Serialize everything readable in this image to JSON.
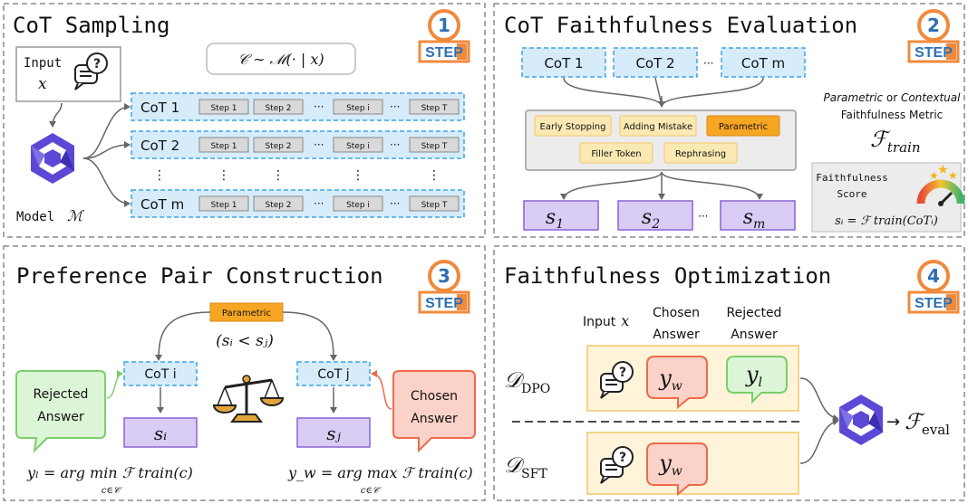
{
  "colors": {
    "blue_fill": "#d6ecfa",
    "blue_stroke": "#3fa3e6",
    "purple_fill": "#d9cdf6",
    "purple_stroke": "#8a63d2",
    "orange_fill": "#fbe9b4",
    "orange_dark": "#f0a21b",
    "green_fill": "#dcf5d6",
    "green_stroke": "#7bcf6a",
    "red_fill": "#fbd2c8",
    "red_stroke": "#ee6a4b",
    "step_orange": "#f08a3c",
    "step_blue": "#2d6fb3"
  },
  "step_badge_word": "STEP",
  "panel1": {
    "title": "CoT Sampling",
    "step": "1",
    "input_label": "Input",
    "input_var": "x",
    "formula": "𝒞 ∼ ℳ(· | x)",
    "model_label": "Model",
    "model_var": "ℳ",
    "cots": [
      "CoT 1",
      "CoT 2",
      "CoT m"
    ],
    "step_chips": [
      "Step 1",
      "Step 2",
      "Step i",
      "Step T"
    ],
    "ellipsis": "···",
    "vdots": "⋮"
  },
  "panel2": {
    "title": "CoT Faithfulness Evaluation",
    "step": "2",
    "cots": [
      "CoT 1",
      "CoT 2",
      "CoT m"
    ],
    "methods_row1": [
      "Early Stopping",
      "Adding Mistake",
      "Parametric"
    ],
    "methods_row2": [
      "Filler Token",
      "Rephrasing"
    ],
    "scores": [
      "s",
      "s",
      "s"
    ],
    "score_subs": [
      "1",
      "2",
      "m"
    ],
    "metric_line1_a": "Parametric",
    "metric_line1_b": " or ",
    "metric_line1_c": "Contextual",
    "metric_line2": "Faithfulness Metric",
    "f_train": "ℱ",
    "f_train_sub": "train",
    "score_label_1": "Faithfulness",
    "score_label_2": "Score",
    "score_formula": "sᵢ = ℱ train(CoTᵢ)",
    "ellipsis": "···"
  },
  "panel3": {
    "title": "Preference Pair Construction",
    "step": "3",
    "parametric_label": "Parametric",
    "condition": "(sᵢ < sⱼ)",
    "cot_i": "CoT i",
    "cot_j": "CoT j",
    "score_i": "sᵢ",
    "score_j": "sⱼ",
    "rejected": [
      "Rejected",
      "Answer"
    ],
    "chosen": [
      "Chosen",
      "Answer"
    ],
    "y_l_formula": "yₗ = arg min ℱ train(c)",
    "y_w_formula": "y_w = arg max ℱ train(c)",
    "under": "c∈𝒞"
  },
  "panel4": {
    "title": "Faithfulness Optimization",
    "step": "4",
    "col_input": "Input",
    "col_input_var": "x",
    "col_chosen": [
      "Chosen",
      "Answer"
    ],
    "col_rejected": [
      "Rejected",
      "Answer"
    ],
    "d_dpo": "𝒟",
    "d_dpo_sub": "DPO",
    "d_sft": "𝒟",
    "d_sft_sub": "SFT",
    "y_w": "y",
    "y_w_sub": "w",
    "y_l": "y",
    "y_l_sub": "l",
    "f_eval": "ℱ",
    "f_eval_sub": "eval",
    "arrow": "→"
  }
}
